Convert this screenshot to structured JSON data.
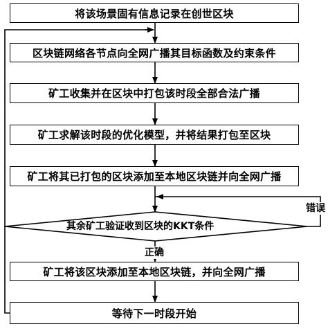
{
  "flowchart": {
    "steps": [
      "将该场景固有信息记录在创世区块",
      "区块链网络各节点向全网广播其目标函数及约束条件",
      "矿工收集并在区块中打包该时段全部合法广播",
      "矿工求解该时段的优化模型，并将结果打包至区块",
      "矿工将其已打包的区块添加至本地区块链并向全网广播"
    ],
    "decision": "其余矿工验证收到区块的KKT条件",
    "branch_no": "错误",
    "branch_yes": "正确",
    "after_steps": [
      "矿工将该区块添加至本地区块链，并向全网广播",
      "等待下一时段开始"
    ]
  }
}
